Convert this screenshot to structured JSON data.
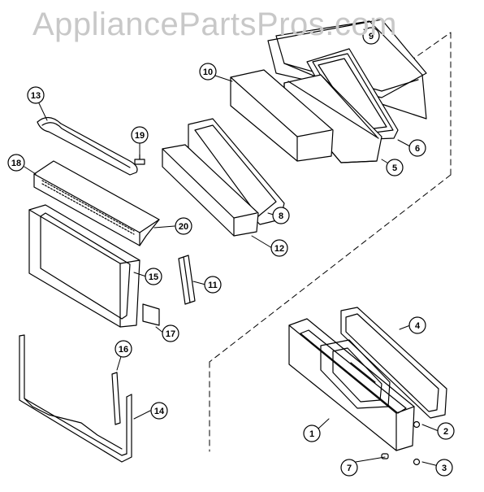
{
  "watermark": "AppliancePartsPros.com",
  "callouts": {
    "c1": "1",
    "c2": "2",
    "c3": "3",
    "c4": "4",
    "c5": "5",
    "c6": "6",
    "c7": "7",
    "c8": "8",
    "c9": "9",
    "c10": "10",
    "c11": "11",
    "c12": "12",
    "c13": "13",
    "c14": "14",
    "c15": "15",
    "c16": "16",
    "c17": "17",
    "c18": "18",
    "c19": "19",
    "c20": "20"
  },
  "colors": {
    "line": "#000000",
    "watermark": "#c8c8c8",
    "background": "#ffffff"
  }
}
